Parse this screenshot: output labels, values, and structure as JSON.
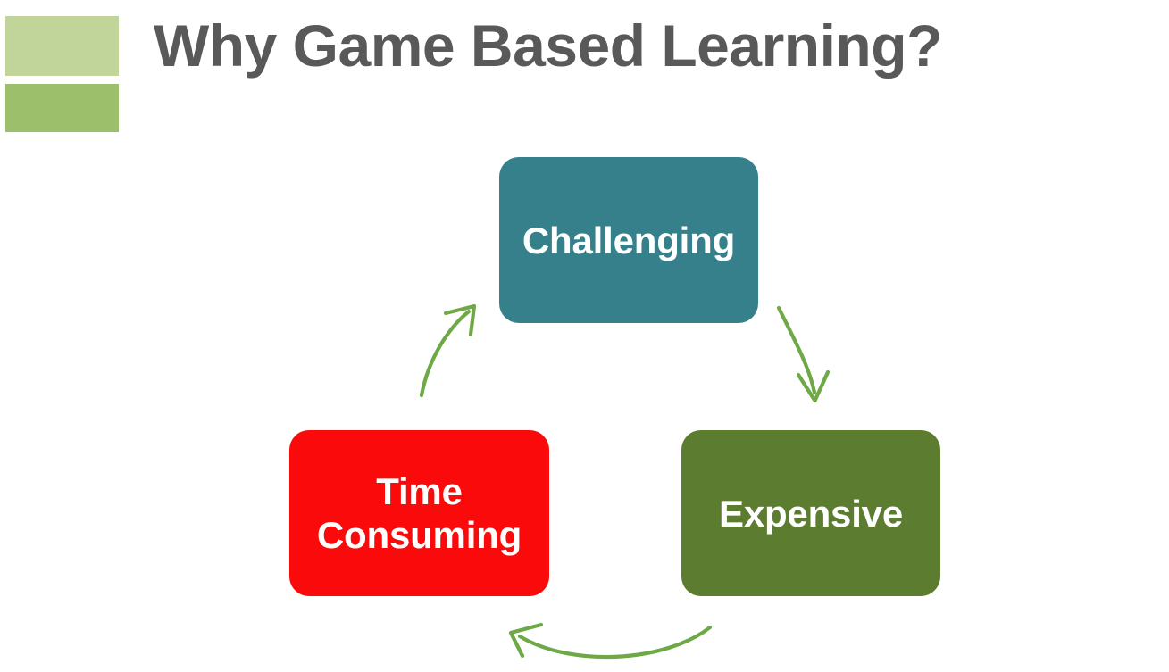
{
  "slide": {
    "title": "Why Game Based Learning?",
    "background_color": "#ffffff",
    "title_color": "#595959"
  },
  "logo": {
    "name": "two-bar-green-logo",
    "bars": [
      {
        "label": "top-bar",
        "color": "#c1d59a"
      },
      {
        "label": "bottom-bar",
        "color": "#9cbf6c"
      }
    ]
  },
  "diagram": {
    "type": "cycle",
    "direction": "clockwise",
    "arrow_color": "#6fa846",
    "nodes": [
      {
        "id": "challenging",
        "label": "Challenging",
        "color": "#35808a",
        "text_color": "#ffffff",
        "position": "top"
      },
      {
        "id": "expensive",
        "label": "Expensive",
        "color": "#5c7c2f",
        "text_color": "#ffffff",
        "position": "bottom-right"
      },
      {
        "id": "time-consuming",
        "label": "Time\nConsuming",
        "color": "#fa0a0a",
        "text_color": "#ffffff",
        "position": "bottom-left"
      }
    ],
    "arrows": [
      {
        "id": "challenging-to-expensive",
        "from": "challenging",
        "to": "expensive"
      },
      {
        "id": "expensive-to-time-consuming",
        "from": "expensive",
        "to": "time-consuming"
      },
      {
        "id": "time-consuming-to-challenging",
        "from": "time-consuming",
        "to": "challenging"
      }
    ]
  }
}
